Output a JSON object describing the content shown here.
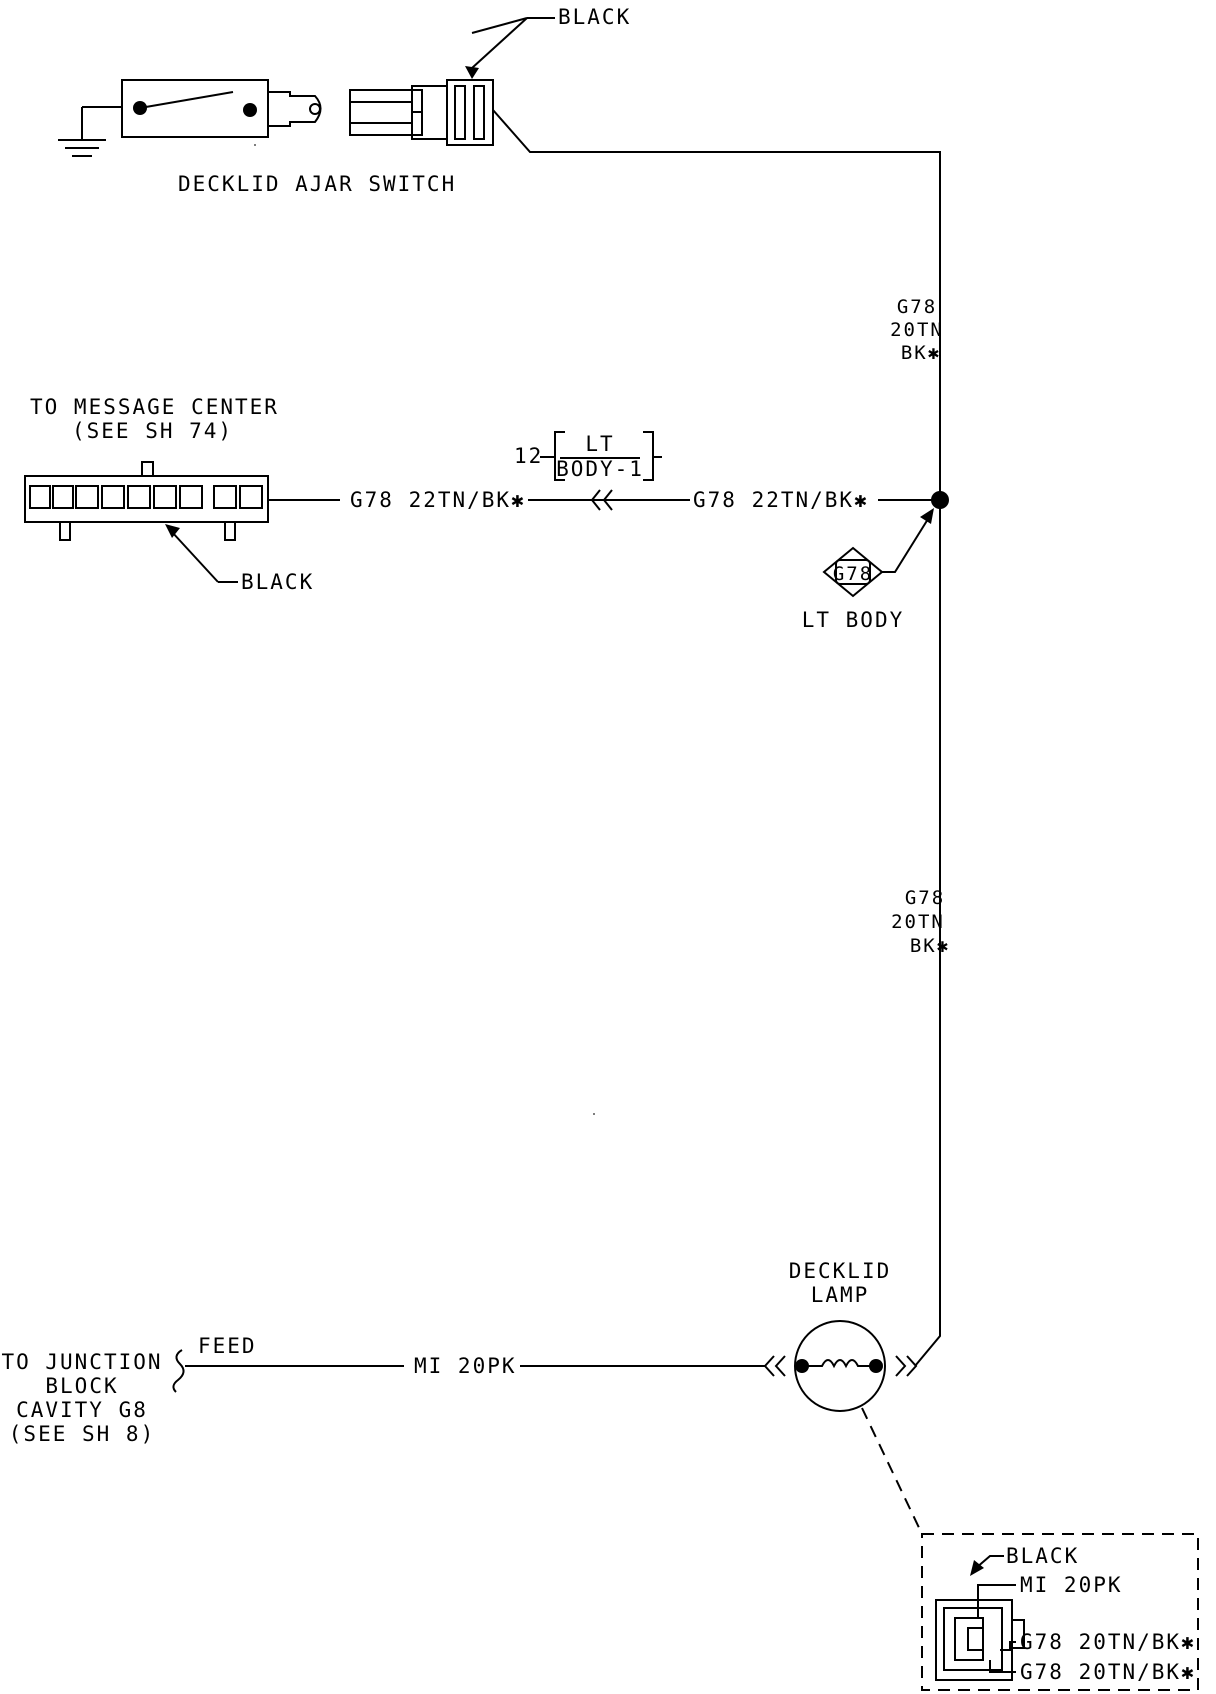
{
  "switch": {
    "label": "DECKLID AJAR SWITCH",
    "connector_color": "BLACK"
  },
  "wires": {
    "vertical_upper": [
      "G78",
      "20TN",
      "BK✱"
    ],
    "vertical_lower": [
      "G78",
      "20TN",
      "BK✱"
    ],
    "horizontal_left": "G78 22TN/BK✱",
    "horizontal_right": "G78 22TN/BK✱",
    "feed_wire": "MI 20PK"
  },
  "message_center": {
    "line1": "TO MESSAGE CENTER",
    "line2": "(SEE SH 74)",
    "connector_color": "BLACK"
  },
  "inline_connector": {
    "pin": "12",
    "name_line1": "LT",
    "name_line2": "BODY-1"
  },
  "splice": {
    "id": "G78",
    "location": "LT BODY"
  },
  "lamp": {
    "line1": "DECKLID",
    "line2": "LAMP"
  },
  "junction": {
    "feed_label": "FEED",
    "lines": [
      "TO JUNCTION",
      "BLOCK",
      "CAVITY G8",
      "(SEE SH 8)"
    ]
  },
  "detail": {
    "color": "BLACK",
    "pins": [
      "MI 20PK",
      "G78 20TN/BK✱",
      "G78 20TN/BK✱"
    ]
  }
}
